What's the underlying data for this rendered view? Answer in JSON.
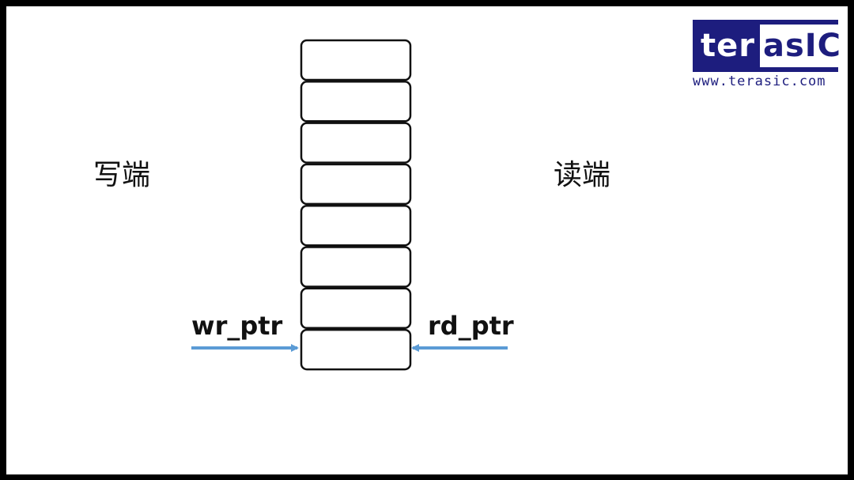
{
  "labels": {
    "write_side": "写端",
    "read_side": "读端",
    "write_pointer": "wr_ptr",
    "read_pointer": "rd_ptr"
  },
  "logo": {
    "name_left": "ter",
    "name_right": "asIC",
    "url": "www.terasic.com"
  },
  "fifo": {
    "cell_count": 8
  },
  "colors": {
    "arrow": "#5b9bd5",
    "cell_border": "#111111",
    "logo_brand": "#1d1d7e"
  }
}
